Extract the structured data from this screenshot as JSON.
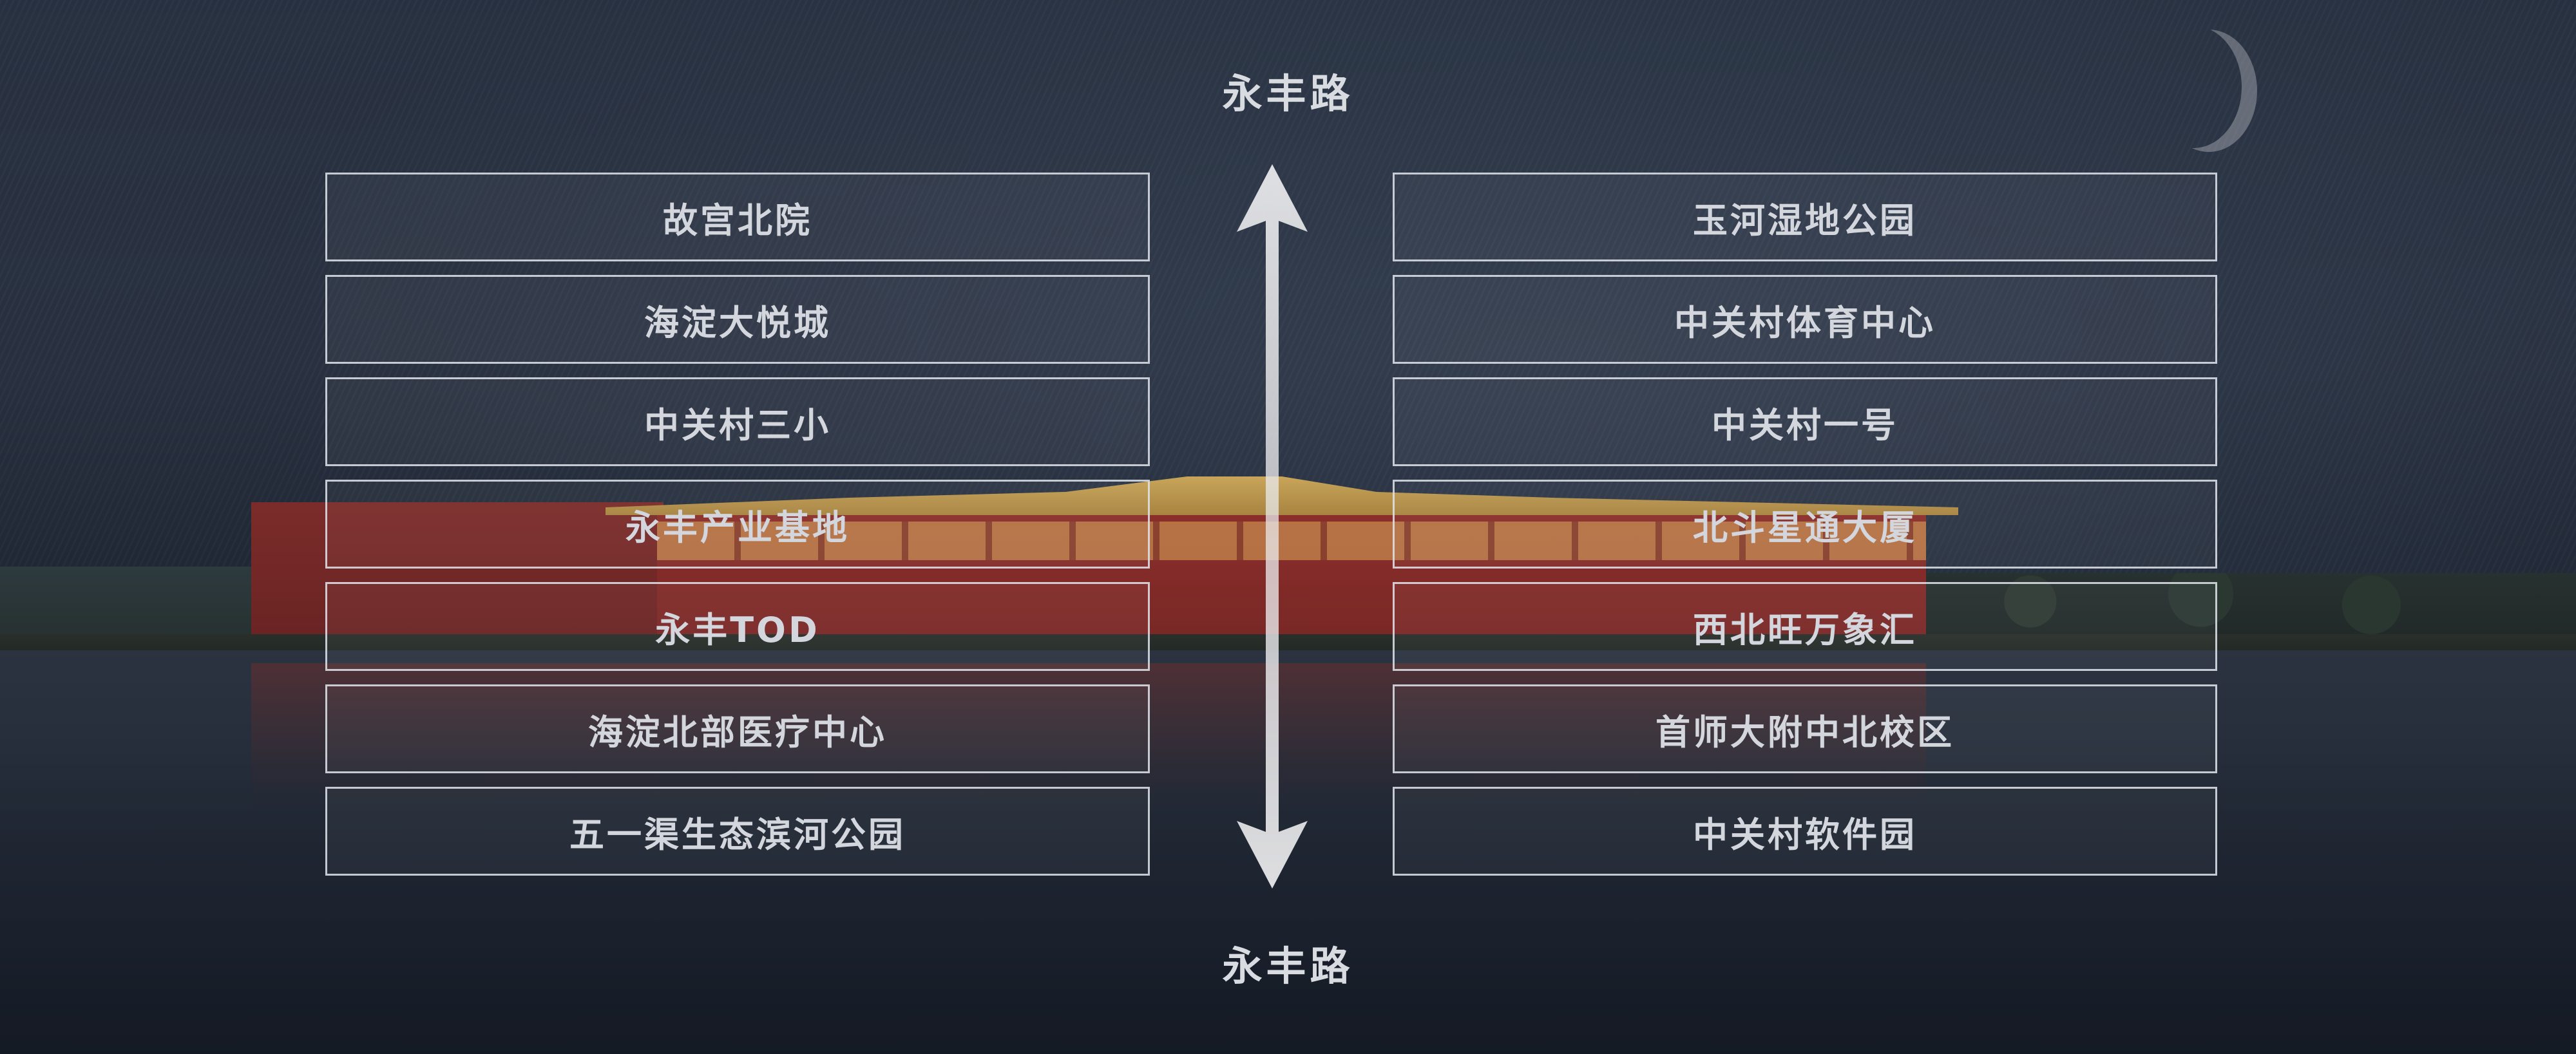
{
  "top_road_label": "永丰路",
  "bottom_road_label": "永丰路",
  "left_column": [
    {
      "label": "故宫北院"
    },
    {
      "label": "海淀大悦城"
    },
    {
      "label": "中关村三小"
    },
    {
      "label": "永丰产业基地"
    },
    {
      "label": "永丰TOD"
    },
    {
      "label": "海淀北部医疗中心"
    },
    {
      "label": "五一渠生态滨河公园"
    }
  ],
  "right_column": [
    {
      "label": "玉河湿地公园"
    },
    {
      "label": "中关村体育中心"
    },
    {
      "label": "中关村一号"
    },
    {
      "label": "北斗星通大厦"
    },
    {
      "label": "西北旺万象汇"
    },
    {
      "label": "首师大附中北校区"
    },
    {
      "label": "中关村软件园"
    }
  ],
  "colors": {
    "text": "#d3d6dc",
    "border": "#e1e4eb",
    "arrow": "#e8e8ea"
  },
  "icons": {
    "arrow": "double-headed-vertical-arrow-icon",
    "moon": "crescent-moon-icon"
  }
}
